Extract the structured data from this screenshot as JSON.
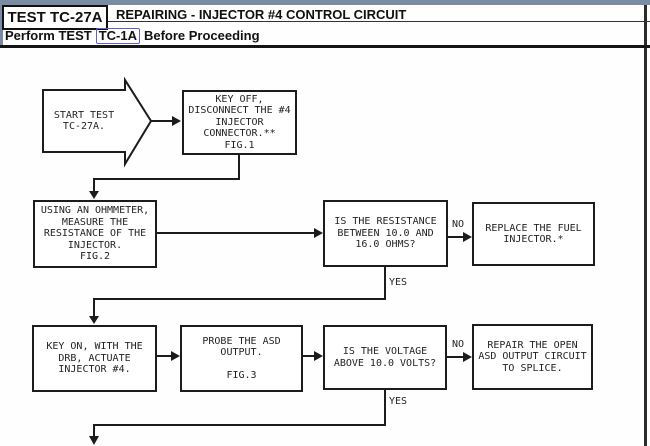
{
  "header": {
    "test_label": "TEST TC-27A",
    "title": "REPAIRING - INJECTOR #4 CONTROL CIRCUIT",
    "subtitle": {
      "prefix": "Perform TEST",
      "link": "TC-1A",
      "suffix": "Before Proceeding"
    }
  },
  "flowchart": {
    "start": {
      "lines": [
        "START TEST",
        "TC-27A."
      ]
    },
    "key_off": {
      "lines": [
        "KEY OFF,",
        "DISCONNECT THE #4",
        "INJECTOR",
        "CONNECTOR.**",
        "FIG.1"
      ]
    },
    "ohmmeter": {
      "lines": [
        "USING AN OHMMETER,",
        "MEASURE THE",
        "RESISTANCE OF THE",
        "INJECTOR.",
        "FIG.2"
      ]
    },
    "resistance_check": {
      "lines": [
        "IS THE RESISTANCE",
        "BETWEEN 10.0 AND",
        "16.0 OHMS?"
      ]
    },
    "replace_injector": {
      "lines": [
        "REPLACE THE FUEL",
        "INJECTOR.*"
      ]
    },
    "key_on": {
      "lines": [
        "KEY ON, WITH THE",
        "DRB, ACTUATE",
        "INJECTOR #4."
      ]
    },
    "probe_asd": {
      "lines": [
        "PROBE THE ASD",
        "OUTPUT.",
        "",
        "FIG.3"
      ]
    },
    "voltage_check": {
      "lines": [
        "IS THE VOLTAGE",
        "ABOVE 10.0 VOLTS?"
      ]
    },
    "repair_asd": {
      "lines": [
        "REPAIR THE OPEN",
        "ASD OUTPUT CIRCUIT",
        "TO SPLICE."
      ]
    },
    "labels": {
      "yes": "YES",
      "no": "NO"
    }
  },
  "colors": {
    "top_bar": "#7a8ca4",
    "link_border": "#5c61d6",
    "flow_line": "#1c1c1c"
  }
}
